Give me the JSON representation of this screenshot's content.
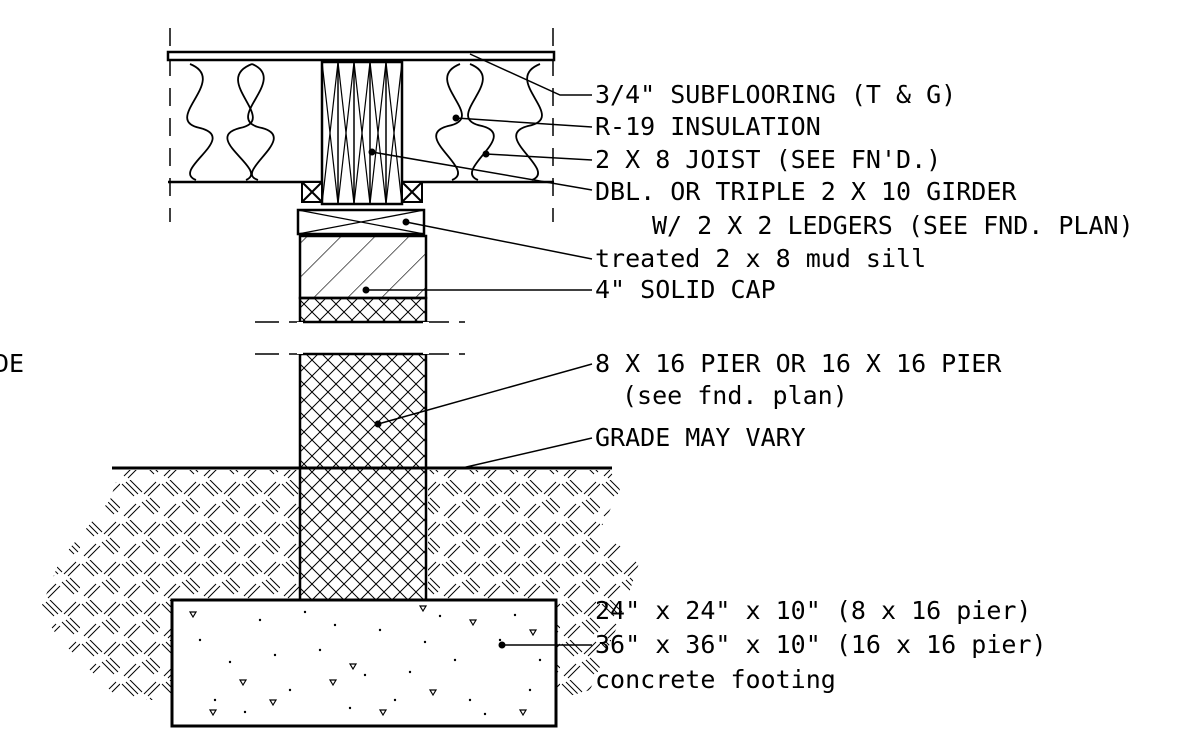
{
  "labels": {
    "subflooring": "3/4\" SUBFLOORING (T & G)",
    "insulation": "R-19 INSULATION",
    "joist": "2 X 8 JOIST (SEE FN'D.)",
    "girder_line1": "DBL. OR TRIPLE 2 X 10 GIRDER",
    "girder_line2": "W/ 2 X 2 LEDGERS (SEE FND. PLAN)",
    "mud_sill": "treated 2 x 8 mud sill",
    "solid_cap": "4\" SOLID CAP",
    "pier_line1": "8 X 16 PIER OR 16 X 16 PIER",
    "pier_line2": "(see fnd. plan)",
    "grade": "GRADE MAY VARY",
    "footing_line1": "24\" x 24\" x 10\" (8 x 16 pier)",
    "footing_line2": "36\" x 36\" x 10\" (16 x 16 pier)",
    "footing_line3": "concrete footing",
    "cut_off_left": "DE"
  },
  "colors": {
    "line": "#000000",
    "background": "#ffffff"
  }
}
